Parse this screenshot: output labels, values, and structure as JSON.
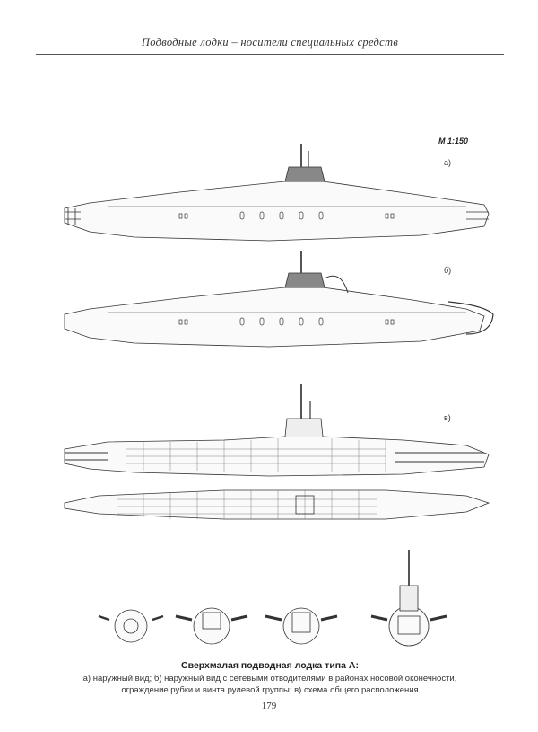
{
  "header": {
    "running_title": "Подводные лодки – носители специальных средств"
  },
  "scale_label": "М 1:150",
  "views": [
    {
      "label": "а)"
    },
    {
      "label": "б)"
    },
    {
      "label": "в)"
    }
  ],
  "caption": {
    "title": "Сверхмалая подводная лодка типа А:",
    "body": "а) наружный вид; б) наружный вид с сетевыми отводителями в районах носовой оконечности, ограждение рубки и винта рулевой группы; в) схема общего расположения"
  },
  "page_number": "179"
}
